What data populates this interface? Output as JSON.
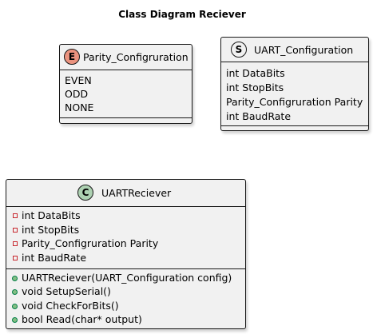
{
  "diagram": {
    "title": "Class Diagram Reciever",
    "colors": {
      "box_fill": "#F1F1F1",
      "border": "#181818",
      "enum_badge": "#EB937F",
      "struct_badge": "#F1F1F1",
      "class_badge": "#ADD1B2",
      "private_marker": "#C82930",
      "public_marker": "#84BE84"
    },
    "parity_enum": {
      "stereotype": "E",
      "name": "Parity_Configruration",
      "values": [
        "EVEN",
        "ODD",
        "NONE"
      ]
    },
    "uart_configuration": {
      "stereotype": "S",
      "name": "UART_Configuration",
      "fields": [
        "int DataBits",
        "int StopBits",
        "Parity_Configruration Parity",
        "int BaudRate"
      ]
    },
    "uart_reciever": {
      "stereotype": "C",
      "name": "UARTReciever",
      "fields": [
        "int DataBits",
        "int StopBits",
        "Parity_Configruration Parity",
        "int BaudRate"
      ],
      "methods": [
        "UARTReciever(UART_Configuration config)",
        "void SetupSerial()",
        "void CheckForBits()",
        "bool Read(char* output)"
      ]
    }
  }
}
